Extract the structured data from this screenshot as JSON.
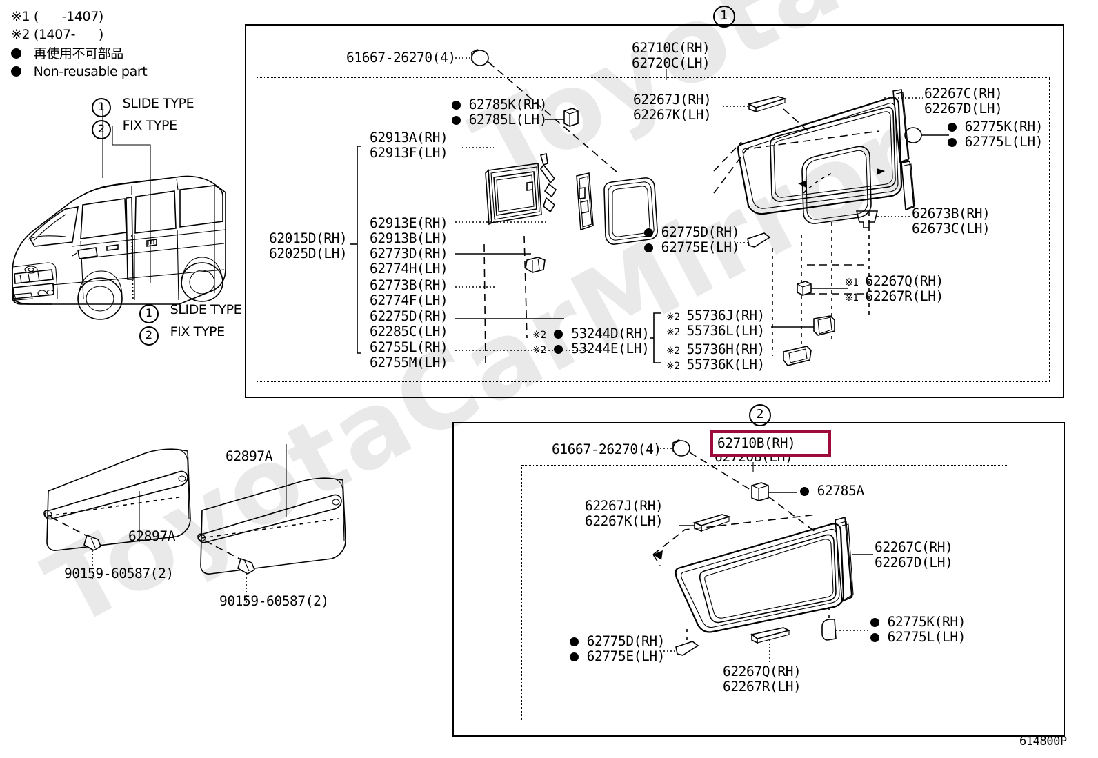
{
  "diagram": {
    "code": "614800P",
    "watermark": "ToyotaCarMirror"
  },
  "legend": {
    "note1": "※1 (      -1407)",
    "note2": "※2 (1407-      )",
    "nonreusable_jp": "再使用不可部品",
    "nonreusable_en": "Non-reusable part",
    "type1_num": "1",
    "type1_label": "SLIDE TYPE",
    "type2_num": "2",
    "type2_label": "FIX TYPE",
    "vehicle_type1_num": "1",
    "vehicle_type1_label": "SLIDE TYPE",
    "vehicle_type2_num": "2",
    "vehicle_type2_label": "FIX TYPE"
  },
  "panel1": {
    "badge": "1",
    "title_rh": "62710C(RH)",
    "title_lh": "62720C(LH)",
    "labels": {
      "clip_61667": "61667-26270(4)",
      "p62785K": "62785K(RH)",
      "p62785L": "62785L(LH)",
      "p62267J": "62267J(RH)",
      "p62267K": "62267K(LH)",
      "p62267C": "62267C(RH)",
      "p62267D": "62267D(LH)",
      "p62775K": "62775K(RH)",
      "p62775L": "62775L(LH)",
      "p62673B": "62673B(RH)",
      "p62673C": "62673C(LH)",
      "p62913A": "62913A(RH)",
      "p62913F": "62913F(LH)",
      "p62015D": "62015D(RH)",
      "p62025D": "62025D(LH)",
      "p62913E": "62913E(RH)",
      "p62913B": "62913B(LH)",
      "p62773D": "62773D(RH)",
      "p62774H": "62774H(LH)",
      "p62773B": "62773B(RH)",
      "p62774F": "62774F(LH)",
      "p62275D": "62275D(RH)",
      "p62285C": "62285C(LH)",
      "p62755L": "62755L(RH)",
      "p62755M": "62755M(LH)",
      "p62775D": "62775D(RH)",
      "p62775E": "62775E(LH)",
      "p62267Q": "62267Q(RH)",
      "p62267R": "62267R(LH)",
      "mark62267Q": "※1",
      "mark62267R": "※1",
      "p53244D": "53244D(RH)",
      "p53244E": "53244E(LH)",
      "mark53244D": "※2",
      "mark53244E": "※2",
      "p55736J": "55736J(RH)",
      "p55736L": "55736L(LH)",
      "p55736H": "55736H(RH)",
      "p55736K": "55736K(LH)",
      "mark55736J": "※2",
      "mark55736L": "※2",
      "mark55736H": "※2",
      "mark55736K": "※2"
    }
  },
  "panel2": {
    "badge": "2",
    "title_rh": "62710B(RH)",
    "title_lh": "62720B(LH)",
    "highlight_color": "#9e0b3a",
    "labels": {
      "clip_61667": "61667-26270(4)",
      "p62785A": "62785A",
      "p62267J": "62267J(RH)",
      "p62267K": "62267K(LH)",
      "p62267C": "62267C(RH)",
      "p62267D": "62267D(LH)",
      "p62775K": "62775K(RH)",
      "p62775L": "62775L(LH)",
      "p62775D": "62775D(RH)",
      "p62775E": "62775E(LH)",
      "p62267Q": "62267Q(RH)",
      "p62267R": "62267R(LH)"
    }
  },
  "sunvisor": {
    "p62897A_left": "62897A",
    "p62897A_right": "62897A",
    "bolt_left": "90159-60587(2)",
    "bolt_right": "90159-60587(2)"
  }
}
